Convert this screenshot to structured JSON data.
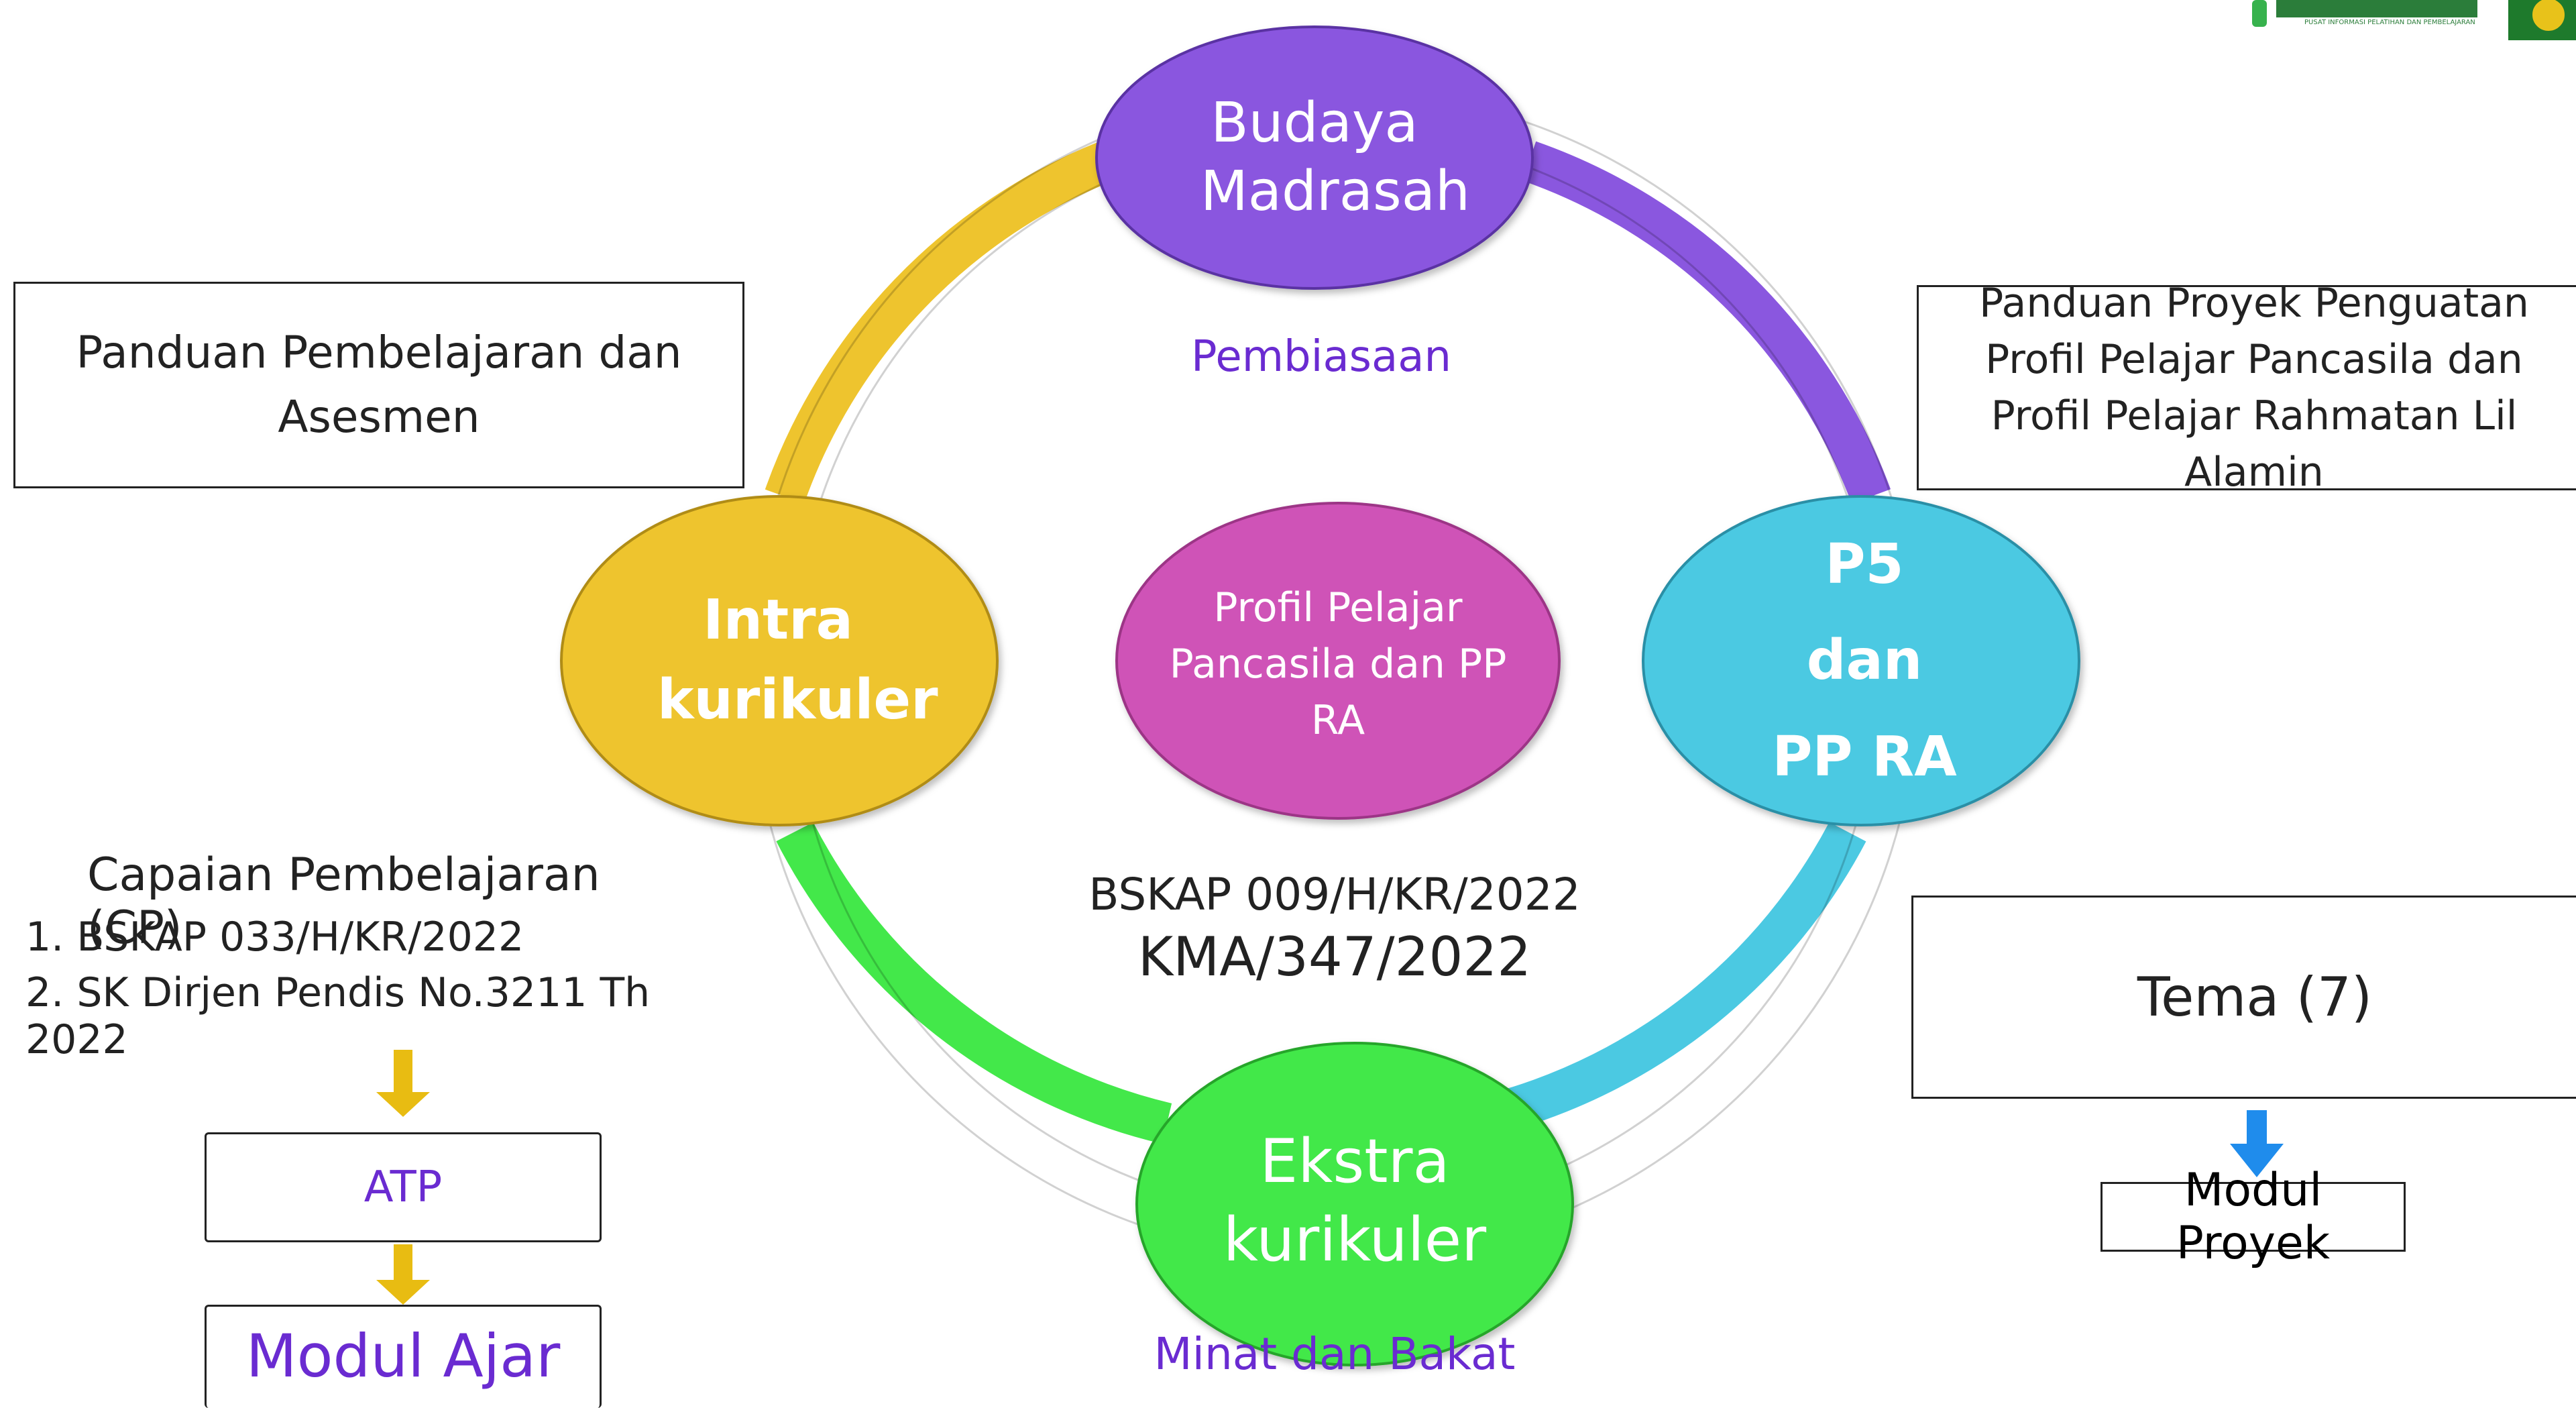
{
  "colors": {
    "yellow": "#eec42e",
    "purple": "#8a57df",
    "cyan": "#4bc9e2",
    "green": "#43e84a",
    "magenta": "#cf52b7",
    "text_purple": "#6a2bd1",
    "arrow_yellow": "#e8bc12",
    "arrow_blue": "#1f8cec"
  },
  "nodes": {
    "budaya": "Budaya Madrasah",
    "intra": "Intra kurikuler",
    "p5": "P5 dan PP RA",
    "ekstra": "Ekstra kurikuler",
    "profil": "Profil Pelajar Pancasila dan PP RA"
  },
  "center": {
    "pembiasaan": "Pembiasaan",
    "bskap": "BSKAP 009/H/KR/2022",
    "kma": "KMA/347/2022",
    "minat": "Minat dan Bakat"
  },
  "left": {
    "panduan_box": "Panduan Pembelajaran dan Asesmen",
    "cp_title": "Capaian Pembelajaran (CP)",
    "cp_items": [
      "1. BSKAP 033/H/KR/2022",
      "2. SK Dirjen Pendis No.3211 Th 2022"
    ],
    "atp": "ATP",
    "modul_ajar": "Modul Ajar"
  },
  "right": {
    "panduan_box": "Panduan Proyek Penguatan Profil Pelajar Pancasila dan Profil Pelajar Rahmatan Lil Alamin",
    "tema": "Tema (7)",
    "modul_proyek": "Modul Proyek"
  },
  "logo": {
    "tagline": "PUSAT INFORMASI PELATIHAN DAN PEMBELAJARAN"
  }
}
